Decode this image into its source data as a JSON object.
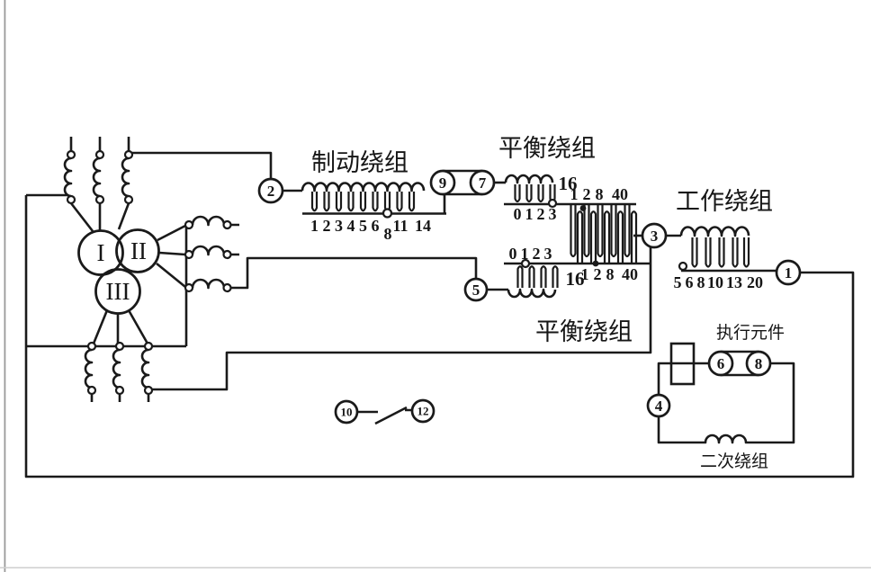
{
  "page": {
    "background": "#ffffff",
    "line_color": "#1a1a1a"
  },
  "diagram": {
    "labels": {
      "braking_winding": "制动绕组",
      "balance_winding_top": "平衡绕组",
      "working_winding": "工作绕组",
      "balance_winding_bottom": "平衡绕组",
      "actuator": "执行元件",
      "secondary_winding": "二次绕组"
    },
    "cores": [
      "I",
      "II",
      "III"
    ],
    "terminals": {
      "t1": "1",
      "t2": "2",
      "t3": "3",
      "t4": "4",
      "t5": "5",
      "t6": "6",
      "t7": "7",
      "t8": "8",
      "t9": "9",
      "t10": "10",
      "t12": "12"
    },
    "taps": {
      "braking": [
        "1",
        "2",
        "3",
        "4",
        "5",
        "6",
        "8",
        "11",
        "14"
      ],
      "balance_top": [
        "0",
        "1",
        "2",
        "3"
      ],
      "balance_top_turns": "16",
      "center_top": [
        "1",
        "2",
        "8",
        "40"
      ],
      "center_bottom": [
        "1",
        "2",
        "8",
        "40"
      ],
      "balance_bottom": [
        "0",
        "1",
        "2",
        "3"
      ],
      "balance_bottom_turns": "16",
      "working": [
        "5",
        "6",
        "8",
        "10",
        "13",
        "20"
      ]
    }
  }
}
